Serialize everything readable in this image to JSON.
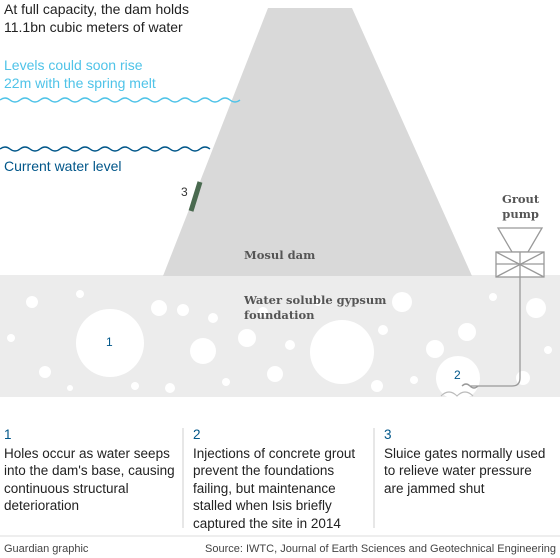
{
  "annotations": {
    "capacity": [
      "At full capacity, the dam holds",
      "11.1bn cubic meters of water"
    ],
    "spring": [
      "Levels could soon rise",
      "22m with the spring melt"
    ],
    "current": "Current water level"
  },
  "labels": {
    "dam": "Mosul dam",
    "foundation": [
      "Water soluble gypsum",
      "foundation"
    ],
    "grout_pump": [
      "Grout",
      "pump"
    ]
  },
  "markers": {
    "m1": "1",
    "m2": "2",
    "m3": "3"
  },
  "steps": [
    {
      "num": "1",
      "lines": [
        "Holes occur as water seeps",
        "into the dam's base, causing",
        "continuous structural",
        "deterioration"
      ]
    },
    {
      "num": "2",
      "lines": [
        "Injections of concrete grout",
        "prevent the foundations",
        "failing, but maintenance",
        "stalled when Isis briefly",
        "captured the site in 2014"
      ]
    },
    {
      "num": "3",
      "lines": [
        "Sluice gates normally used",
        "to relieve water pressure",
        "are jammed shut"
      ]
    }
  ],
  "footer": {
    "credit": "Guardian graphic",
    "source": "Source: IWTC, Journal of Earth Sciences and Geotechnical Engineering"
  },
  "colors": {
    "spring_wave": "#4fc3e8",
    "current_wave": "#005689",
    "marker_blue": "#005689",
    "sluice": "#4a6a50",
    "ground": "#ececec",
    "dam": "#d9d9d9"
  }
}
